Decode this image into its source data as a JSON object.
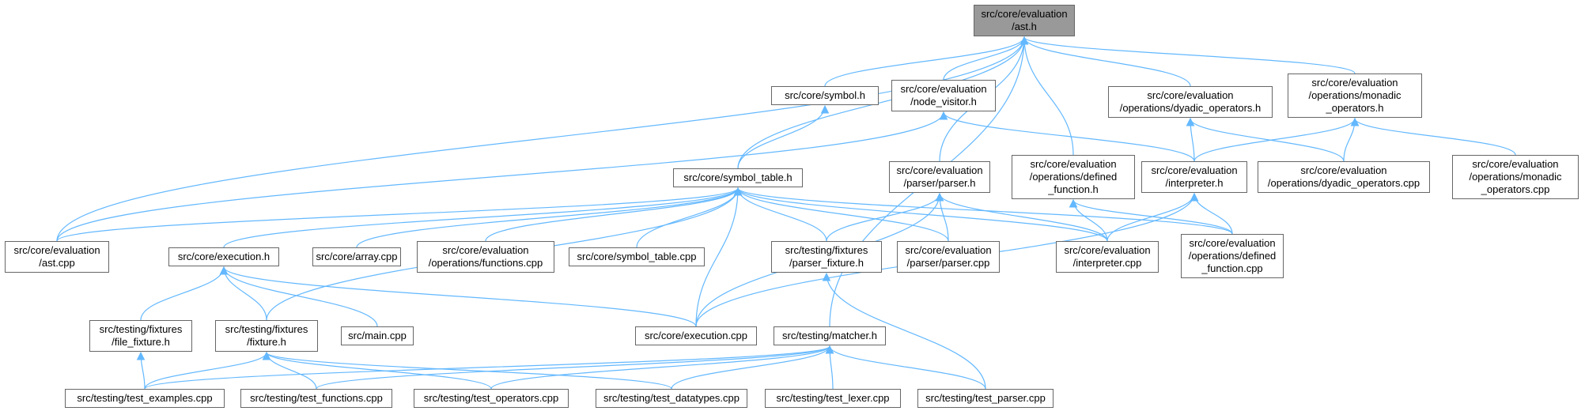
{
  "colors": {
    "edge": "#63b8ff",
    "node_border": "#666666",
    "root_fill": "#999999",
    "node_fill": "#ffffff"
  },
  "nodes": [
    {
      "id": "ast_h",
      "label": "src/core/evaluation\n/ast.h",
      "root": true
    },
    {
      "id": "symbol_h",
      "label": "src/core/symbol.h"
    },
    {
      "id": "node_visitor_h",
      "label": "src/core/evaluation\n/node_visitor.h"
    },
    {
      "id": "dyadic_h",
      "label": "src/core/evaluation\n/operations/dyadic_operators.h"
    },
    {
      "id": "monadic_h",
      "label": "src/core/evaluation\n/operations/monadic\n_operators.h"
    },
    {
      "id": "symbol_table_h",
      "label": "src/core/symbol_table.h"
    },
    {
      "id": "parser_h",
      "label": "src/core/evaluation\n/parser/parser.h"
    },
    {
      "id": "defined_function_h",
      "label": "src/core/evaluation\n/operations/defined\n_function.h"
    },
    {
      "id": "interpreter_h",
      "label": "src/core/evaluation\n/interpreter.h"
    },
    {
      "id": "dyadic_cpp",
      "label": "src/core/evaluation\n/operations/dyadic_operators.cpp"
    },
    {
      "id": "monadic_cpp",
      "label": "src/core/evaluation\n/operations/monadic\n_operators.cpp"
    },
    {
      "id": "ast_cpp",
      "label": "src/core/evaluation\n/ast.cpp"
    },
    {
      "id": "execution_h",
      "label": "src/core/execution.h"
    },
    {
      "id": "array_cpp",
      "label": "src/core/array.cpp"
    },
    {
      "id": "functions_cpp",
      "label": "src/core/evaluation\n/operations/functions.cpp"
    },
    {
      "id": "symbol_table_cpp",
      "label": "src/core/symbol_table.cpp"
    },
    {
      "id": "parser_fixture_h",
      "label": "src/testing/fixtures\n/parser_fixture.h"
    },
    {
      "id": "parser_cpp",
      "label": "src/core/evaluation\n/parser/parser.cpp"
    },
    {
      "id": "interpreter_cpp",
      "label": "src/core/evaluation\n/interpreter.cpp"
    },
    {
      "id": "defined_function_cpp",
      "label": "src/core/evaluation\n/operations/defined\n_function.cpp"
    },
    {
      "id": "file_fixture_h",
      "label": "src/testing/fixtures\n/file_fixture.h"
    },
    {
      "id": "fixture_h",
      "label": "src/testing/fixtures\n/fixture.h"
    },
    {
      "id": "main_cpp",
      "label": "src/main.cpp"
    },
    {
      "id": "execution_cpp",
      "label": "src/core/execution.cpp"
    },
    {
      "id": "matcher_h",
      "label": "src/testing/matcher.h"
    },
    {
      "id": "test_examples_cpp",
      "label": "src/testing/test_examples.cpp"
    },
    {
      "id": "test_functions_cpp",
      "label": "src/testing/test_functions.cpp"
    },
    {
      "id": "test_operators_cpp",
      "label": "src/testing/test_operators.cpp"
    },
    {
      "id": "test_datatypes_cpp",
      "label": "src/testing/test_datatypes.cpp"
    },
    {
      "id": "test_lexer_cpp",
      "label": "src/testing/test_lexer.cpp"
    },
    {
      "id": "test_parser_cpp",
      "label": "src/testing/test_parser.cpp"
    }
  ],
  "edges": [
    [
      "symbol_h",
      "ast_h"
    ],
    [
      "node_visitor_h",
      "ast_h"
    ],
    [
      "dyadic_h",
      "ast_h"
    ],
    [
      "monadic_h",
      "ast_h"
    ],
    [
      "symbol_table_h",
      "ast_h"
    ],
    [
      "parser_h",
      "ast_h"
    ],
    [
      "defined_function_h",
      "ast_h"
    ],
    [
      "ast_cpp",
      "ast_h"
    ],
    [
      "matcher_h",
      "ast_h"
    ],
    [
      "symbol_table_h",
      "symbol_h"
    ],
    [
      "ast_cpp",
      "node_visitor_h"
    ],
    [
      "interpreter_h",
      "node_visitor_h"
    ],
    [
      "interpreter_h",
      "dyadic_h"
    ],
    [
      "dyadic_cpp",
      "dyadic_h"
    ],
    [
      "interpreter_h",
      "monadic_h"
    ],
    [
      "dyadic_cpp",
      "monadic_h"
    ],
    [
      "monadic_cpp",
      "monadic_h"
    ],
    [
      "ast_cpp",
      "symbol_table_h"
    ],
    [
      "execution_h",
      "symbol_table_h"
    ],
    [
      "array_cpp",
      "symbol_table_h"
    ],
    [
      "functions_cpp",
      "symbol_table_h"
    ],
    [
      "symbol_table_cpp",
      "symbol_table_h"
    ],
    [
      "parser_fixture_h",
      "symbol_table_h"
    ],
    [
      "parser_cpp",
      "symbol_table_h"
    ],
    [
      "interpreter_cpp",
      "symbol_table_h"
    ],
    [
      "defined_function_cpp",
      "symbol_table_h"
    ],
    [
      "execution_cpp",
      "symbol_table_h"
    ],
    [
      "fixture_h",
      "symbol_table_h"
    ],
    [
      "parser_fixture_h",
      "parser_h"
    ],
    [
      "parser_cpp",
      "parser_h"
    ],
    [
      "interpreter_cpp",
      "parser_h"
    ],
    [
      "execution_cpp",
      "parser_h"
    ],
    [
      "interpreter_cpp",
      "defined_function_h"
    ],
    [
      "defined_function_cpp",
      "defined_function_h"
    ],
    [
      "interpreter_cpp",
      "interpreter_h"
    ],
    [
      "defined_function_cpp",
      "interpreter_h"
    ],
    [
      "execution_cpp",
      "interpreter_h"
    ],
    [
      "file_fixture_h",
      "execution_h"
    ],
    [
      "fixture_h",
      "execution_h"
    ],
    [
      "main_cpp",
      "execution_h"
    ],
    [
      "execution_cpp",
      "execution_h"
    ],
    [
      "test_parser_cpp",
      "parser_fixture_h"
    ],
    [
      "test_examples_cpp",
      "file_fixture_h"
    ],
    [
      "test_examples_cpp",
      "fixture_h"
    ],
    [
      "test_functions_cpp",
      "fixture_h"
    ],
    [
      "test_operators_cpp",
      "fixture_h"
    ],
    [
      "test_datatypes_cpp",
      "fixture_h"
    ],
    [
      "test_examples_cpp",
      "matcher_h"
    ],
    [
      "test_functions_cpp",
      "matcher_h"
    ],
    [
      "test_operators_cpp",
      "matcher_h"
    ],
    [
      "test_datatypes_cpp",
      "matcher_h"
    ],
    [
      "test_lexer_cpp",
      "matcher_h"
    ],
    [
      "test_parser_cpp",
      "matcher_h"
    ]
  ]
}
